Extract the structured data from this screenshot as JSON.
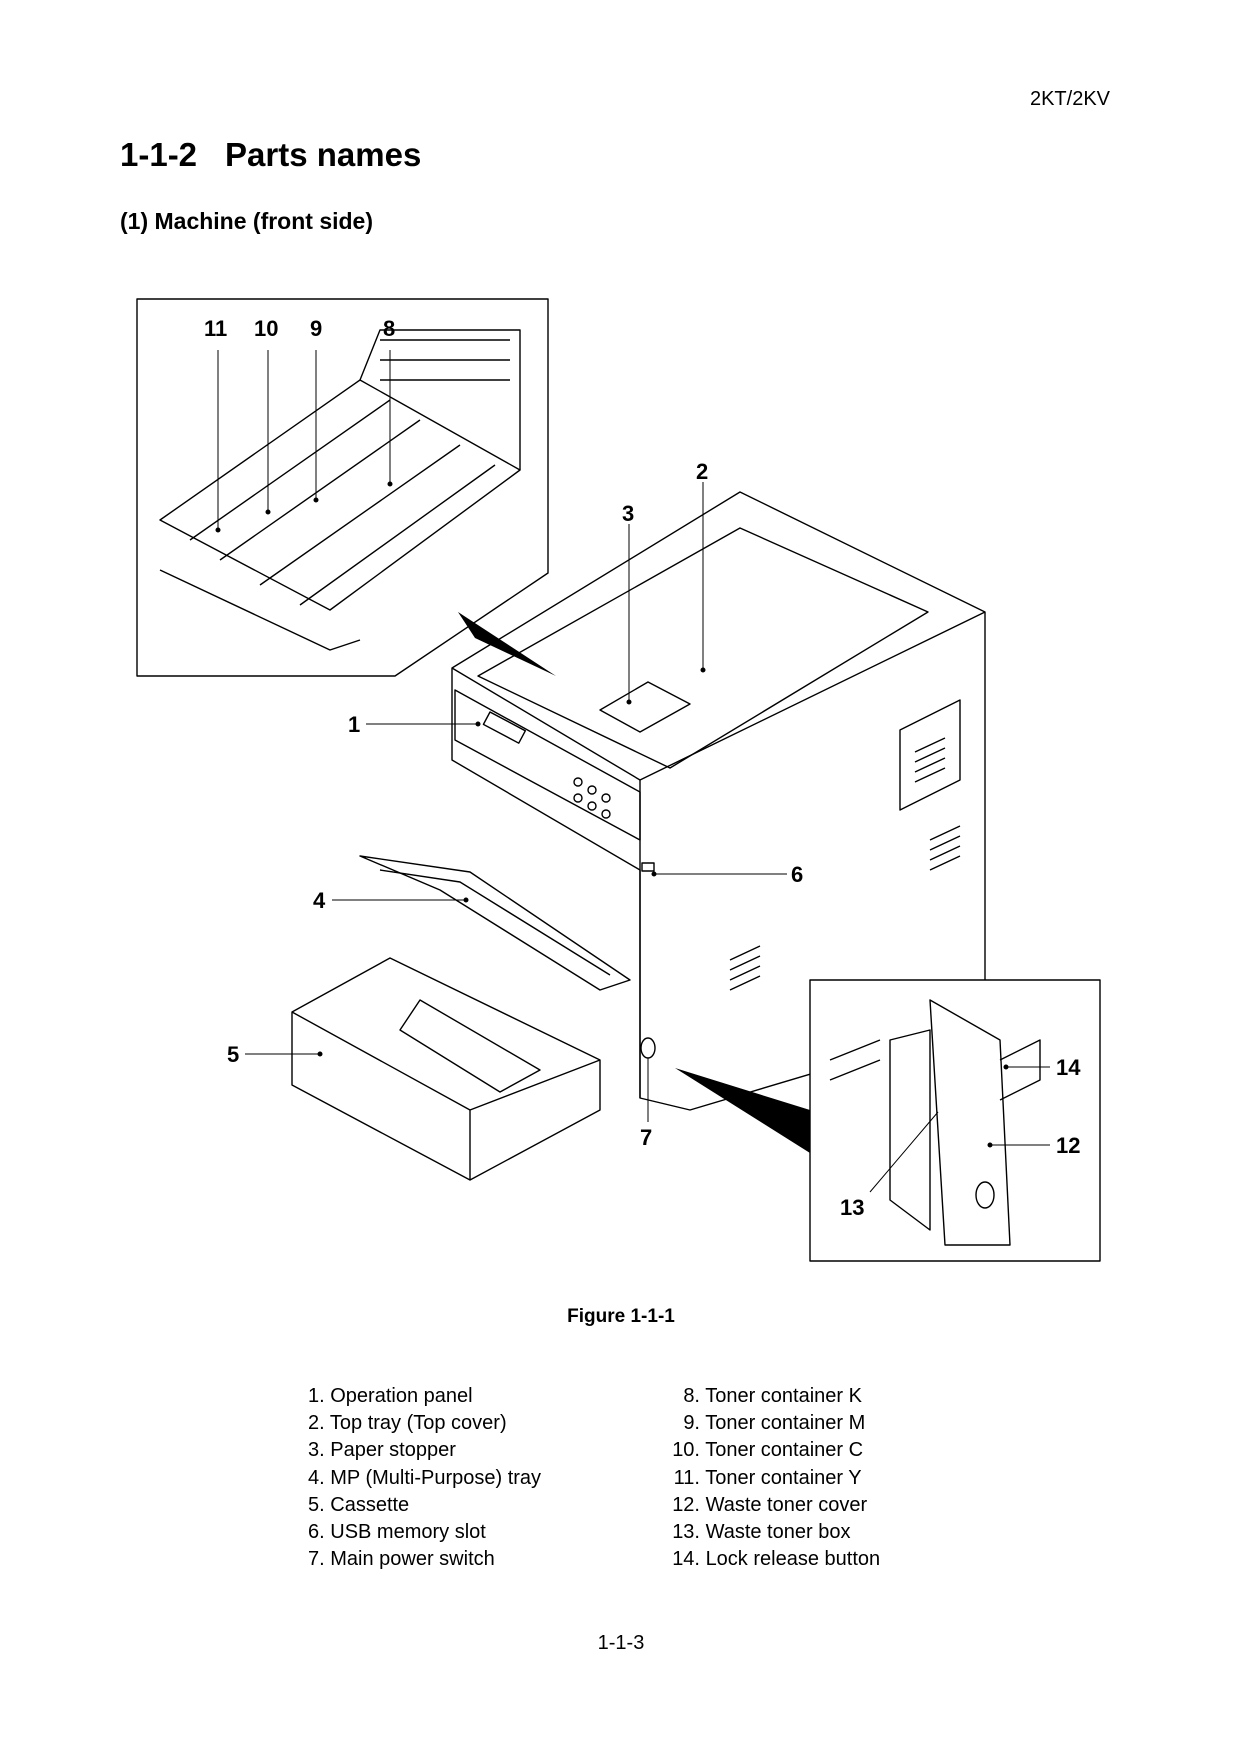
{
  "header": {
    "model_code": "2KT/2KV"
  },
  "section": {
    "number": "1-1-2",
    "title": "Parts names"
  },
  "subsection": {
    "title": "(1) Machine (front side)"
  },
  "figure": {
    "callouts": [
      "1",
      "2",
      "3",
      "4",
      "5",
      "6",
      "7",
      "8",
      "9",
      "10",
      "11",
      "12",
      "13",
      "14"
    ],
    "caption": "Figure 1-1-1"
  },
  "parts": [
    {
      "n": "1.",
      "label": "Operation panel"
    },
    {
      "n": "2.",
      "label": "Top tray (Top cover)"
    },
    {
      "n": "3.",
      "label": "Paper stopper"
    },
    {
      "n": "4.",
      "label": "MP (Multi-Purpose) tray"
    },
    {
      "n": "5.",
      "label": "Cassette"
    },
    {
      "n": "6.",
      "label": "USB memory slot"
    },
    {
      "n": "7.",
      "label": "Main power switch"
    },
    {
      "n": "8.",
      "label": "Toner container K"
    },
    {
      "n": "9.",
      "label": "Toner container M"
    },
    {
      "n": "10.",
      "label": "Toner container C"
    },
    {
      "n": "11.",
      "label": "Toner container Y"
    },
    {
      "n": "12.",
      "label": "Waste toner cover"
    },
    {
      "n": "13.",
      "label": "Waste toner box"
    },
    {
      "n": "14.",
      "label": "Lock release button"
    }
  ],
  "footer": {
    "page_number": "1-1-3"
  }
}
